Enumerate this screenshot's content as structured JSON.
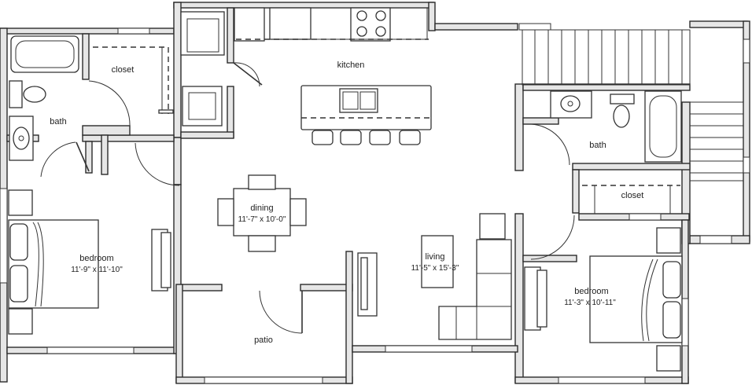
{
  "rooms": {
    "kitchen": {
      "name": "kitchen"
    },
    "closet_left": {
      "name": "closet"
    },
    "bath_left": {
      "name": "bath"
    },
    "dining": {
      "name": "dining",
      "dims": "11'-7\" x 10'-0\""
    },
    "bedroom_left": {
      "name": "bedroom",
      "dims": "11'-9\" x 11'-10\""
    },
    "living": {
      "name": "living",
      "dims": "11'-5\" x 15'-3\""
    },
    "bath_right": {
      "name": "bath"
    },
    "closet_right": {
      "name": "closet"
    },
    "bedroom_right": {
      "name": "bedroom",
      "dims": "11'-3\" x 10'-11\""
    },
    "patio": {
      "name": "patio"
    }
  },
  "colors": {
    "wall_fill": "#e6e6e6",
    "line": "#2b2b2b",
    "background": "#ffffff"
  }
}
